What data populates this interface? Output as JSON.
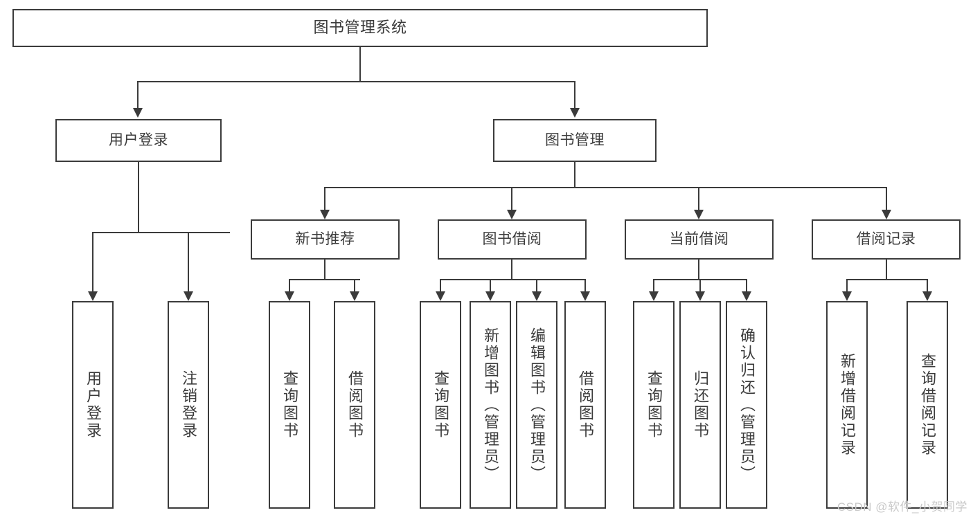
{
  "diagram": {
    "title": "图书管理系统",
    "type": "tree-hierarchy",
    "watermark": "CSDN @软件_小贺同学",
    "colors": {
      "stroke": "#3b3b3b",
      "fill": "#ffffff",
      "text": "#3b3b3b",
      "watermark": "#c9c9c9"
    },
    "root": {
      "label": "图书管理系统"
    },
    "level1": [
      {
        "label": "用户登录"
      },
      {
        "label": "图书管理"
      }
    ],
    "level2": [
      {
        "label": "新书推荐"
      },
      {
        "label": "图书借阅"
      },
      {
        "label": "当前借阅"
      },
      {
        "label": "借阅记录"
      }
    ],
    "leaves": {
      "user_login": [
        {
          "label": "用户登录"
        },
        {
          "label": "注销登录"
        }
      ],
      "new_book": [
        {
          "label": "查询图书"
        },
        {
          "label": "借阅图书"
        }
      ],
      "borrow": [
        {
          "label": "查询图书"
        },
        {
          "label": "新增图书（管理员）"
        },
        {
          "label": "编辑图书（管理员）"
        },
        {
          "label": "借阅图书"
        }
      ],
      "current": [
        {
          "label": "查询图书"
        },
        {
          "label": "归还图书"
        },
        {
          "label": "确认归还（管理员）"
        }
      ],
      "records": [
        {
          "label": "新增借阅记录"
        },
        {
          "label": "查询借阅记录"
        }
      ]
    }
  }
}
